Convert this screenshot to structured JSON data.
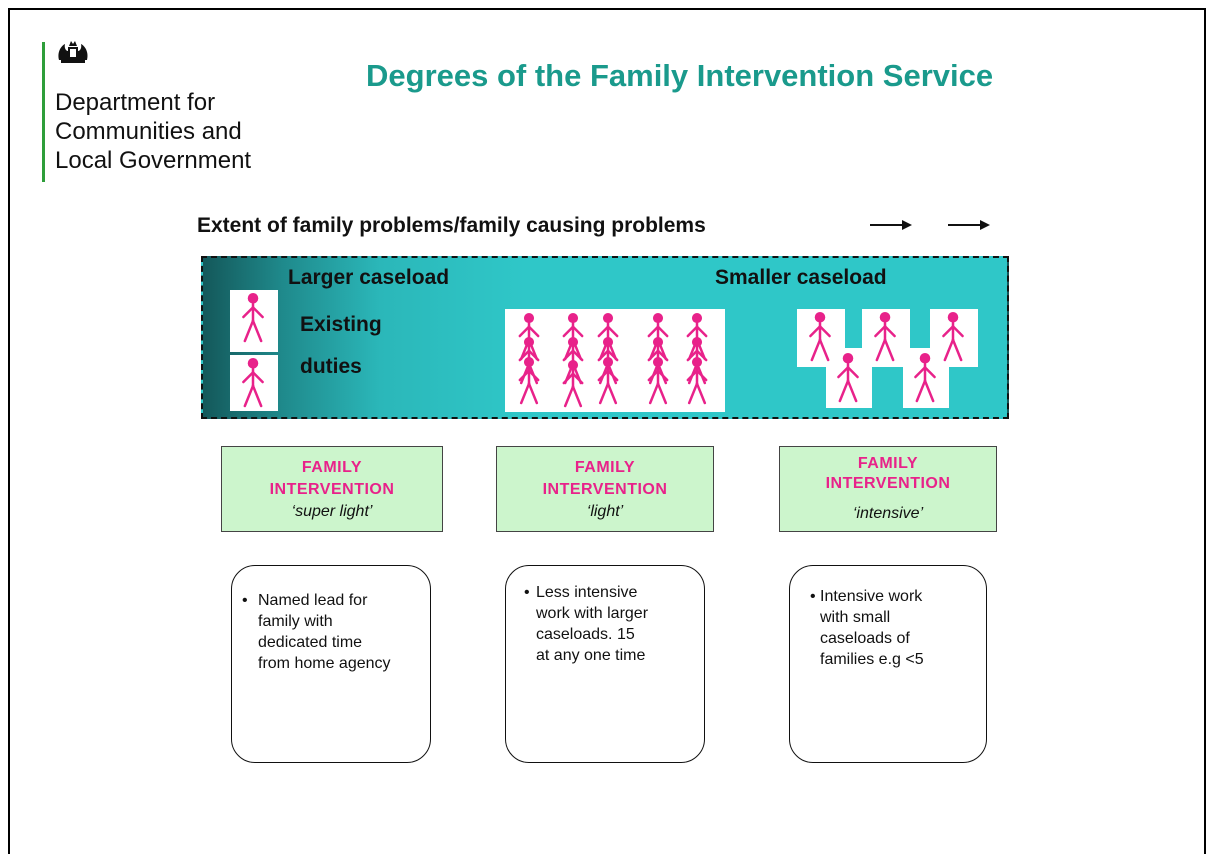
{
  "logo": {
    "lines": [
      "Department for",
      "Communities and",
      "Local Government"
    ],
    "crest": "royal-crest-icon",
    "bar_color": "#2e9e3a"
  },
  "title": "Degrees of the Family Intervention Service",
  "extent_label": "Extent of family problems/family causing problems",
  "band": {
    "larger": "Larger caseload",
    "smaller": "Smaller caseload",
    "existing": "Existing",
    "duties": "duties"
  },
  "levels": [
    {
      "line1": "FAMILY",
      "line2": "INTERVENTION",
      "quote_open": "‘",
      "degree": "super light",
      "quote_close": "’",
      "bullet": "•",
      "desc": [
        "Named lead for",
        "family with",
        "dedicated time",
        "from home agency"
      ]
    },
    {
      "line1": "FAMILY",
      "line2": "INTERVENTION",
      "quote_open": "‘",
      "degree": "light",
      "quote_close": "’",
      "bullet": "•",
      "desc": [
        "Less intensive",
        "work with larger",
        "caseloads.  15",
        "at  any one time"
      ]
    },
    {
      "line1": "FAMILY",
      "line2": "INTERVENTION",
      "quote_open": "‘",
      "degree": "intensive",
      "quote_close": "’",
      "bullet": "•",
      "desc": [
        "Intensive work",
        "with small",
        "caseloads of",
        "families e.g  <5"
      ]
    }
  ],
  "colors": {
    "title": "#1a9a8c",
    "figure": "#e8228a",
    "band": "#2fc7c8",
    "green_box": "#ccf5cc"
  }
}
